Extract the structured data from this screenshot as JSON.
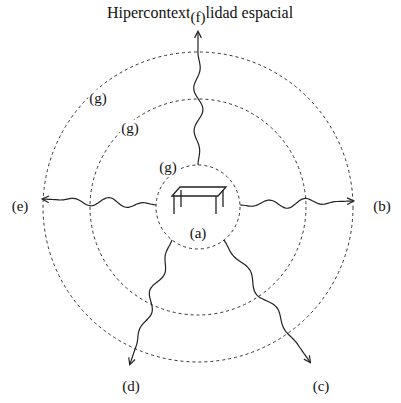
{
  "diagram": {
    "title": "Hipercontextualidad espacial",
    "labels": [
      "(a)",
      "(b)",
      "(c)",
      "(d)",
      "(e)",
      "(f)",
      "(g)",
      "(g)",
      "(g)"
    ]
  }
}
